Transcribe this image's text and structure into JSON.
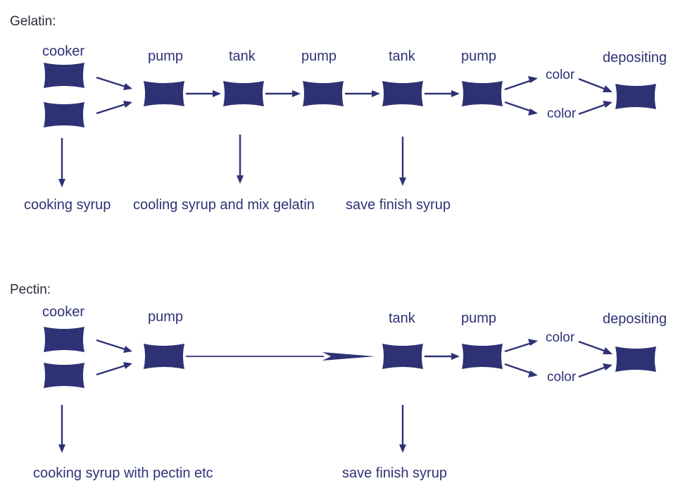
{
  "gelatin": {
    "title": "Gelatin:",
    "cooker": "cooker",
    "pump1": "pump",
    "tank1": "tank",
    "pump2": "pump",
    "tank2": "tank",
    "pump3": "pump",
    "color_top": "color",
    "color_bottom": "color",
    "depositing": "depositing",
    "note_cooking": "cooking syrup",
    "note_cooling": "cooling syrup and mix gelatin",
    "note_save": "save finish syrup"
  },
  "pectin": {
    "title": "Pectin:",
    "cooker": "cooker",
    "pump1": "pump",
    "tank": "tank",
    "pump2": "pump",
    "color_top": "color",
    "color_bottom": "color",
    "depositing": "depositing",
    "note_cooking": "cooking syrup with pectin etc",
    "note_save": "save finish syrup"
  },
  "colors": {
    "primary": "#2e3275",
    "title_text": "#2b2b3a",
    "background": "#ffffff"
  }
}
